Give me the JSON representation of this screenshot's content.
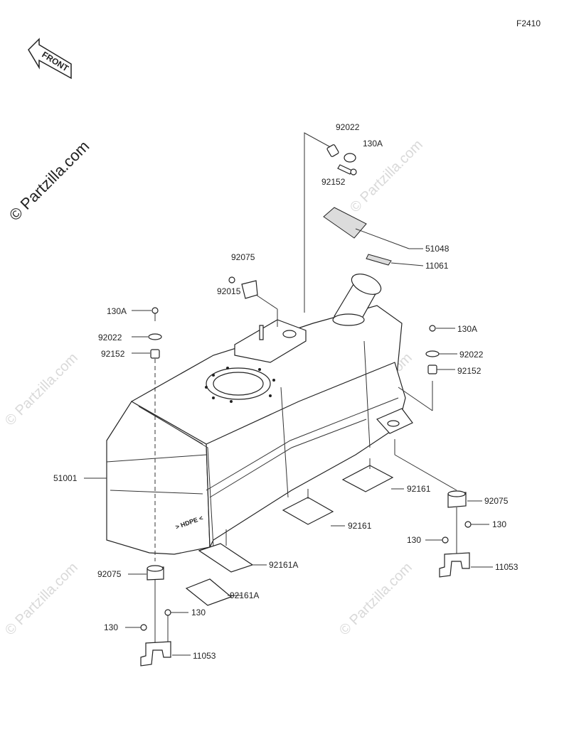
{
  "figure_code": "F2410",
  "front_label": "FRONT",
  "watermark": "© Partzilla.com",
  "tank_marking": "> HDPE <",
  "callouts": {
    "p92022_top": "92022",
    "p130A_top": "130A",
    "p92152_top": "92152",
    "p51048": "51048",
    "p11061": "11061",
    "p92075_top": "92075",
    "p92015": "92015",
    "p130A_left": "130A",
    "p92022_left": "92022",
    "p92152_left": "92152",
    "p130A_right": "130A",
    "p92022_right": "92022",
    "p92152_right": "92152",
    "p51001": "51001",
    "p92161_a": "92161",
    "p92161_b": "92161",
    "p92075_right": "92075",
    "p130_right_a": "130",
    "p130_right_b": "130",
    "p11053_right": "11053",
    "p92161A_a": "92161A",
    "p92161A_b": "92161A",
    "p92075_left": "92075",
    "p130_left_a": "130",
    "p130_left_b": "130",
    "p11053_left": "11053"
  }
}
